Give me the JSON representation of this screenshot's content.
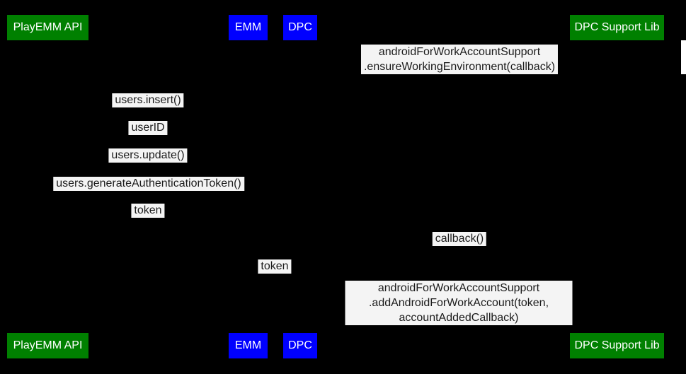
{
  "colors": {
    "background": "#000000",
    "actor_green": "#008000",
    "actor_blue": "#0000ff",
    "actor_text": "#ffffff",
    "label_background": "#f4f4f4",
    "label_text": "#1b1b1b",
    "scrollbar_thumb": "#ffffff"
  },
  "actors": [
    {
      "label": "PlayEMM API",
      "color": "#008000"
    },
    {
      "label": "EMM",
      "color": "#0000ff"
    },
    {
      "label": "DPC",
      "color": "#0000ff"
    },
    {
      "label": "DPC Support Lib",
      "color": "#008000"
    }
  ],
  "messages": [
    {
      "text": "androidForWorkAccountSupport\n.ensureWorkingEnvironment(callback)"
    },
    {
      "text": "users.insert()"
    },
    {
      "text": "userID"
    },
    {
      "text": "users.update()"
    },
    {
      "text": "users.generateAuthenticationToken()"
    },
    {
      "text": "token"
    },
    {
      "text": "callback()"
    },
    {
      "text": "token"
    },
    {
      "text": "androidForWorkAccountSupport\n.addAndroidForWorkAccount(token, accountAddedCallback)"
    }
  ]
}
